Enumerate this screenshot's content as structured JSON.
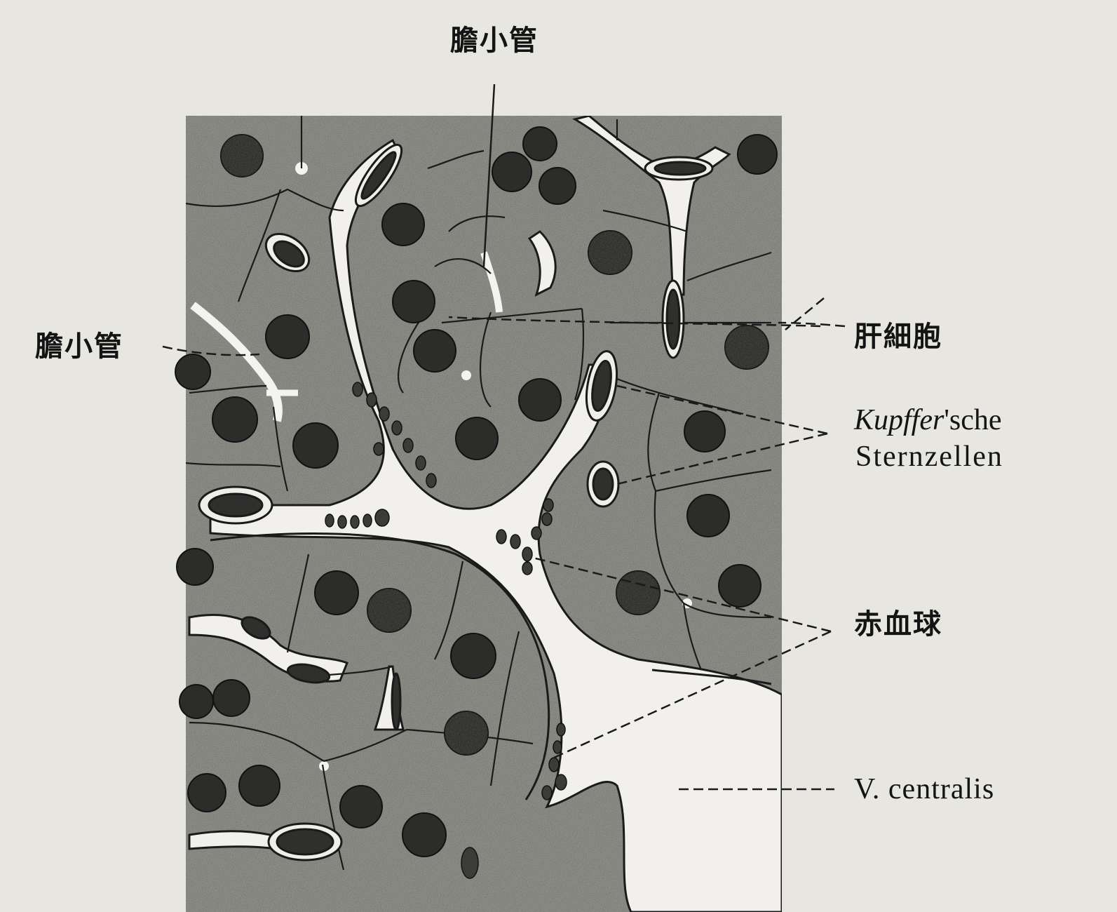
{
  "labels": {
    "bile_canaliculus_top": "膽小管",
    "bile_canaliculus_left": "膽小管",
    "liver_cell": "肝細胞",
    "kupffer_name": "Kupffer",
    "kupffer_suffix": "'sche",
    "kupffer_line2": "Sternzellen",
    "red_blood_cell": "赤血球",
    "central_vein": "V. centralis"
  },
  "colors": {
    "background": "#e7e6e1",
    "tissue": "#8e8e88",
    "nucleus": "#2c2c2a",
    "membrane": "#1a1a1a",
    "sinusoid": "#f1f0ec"
  }
}
